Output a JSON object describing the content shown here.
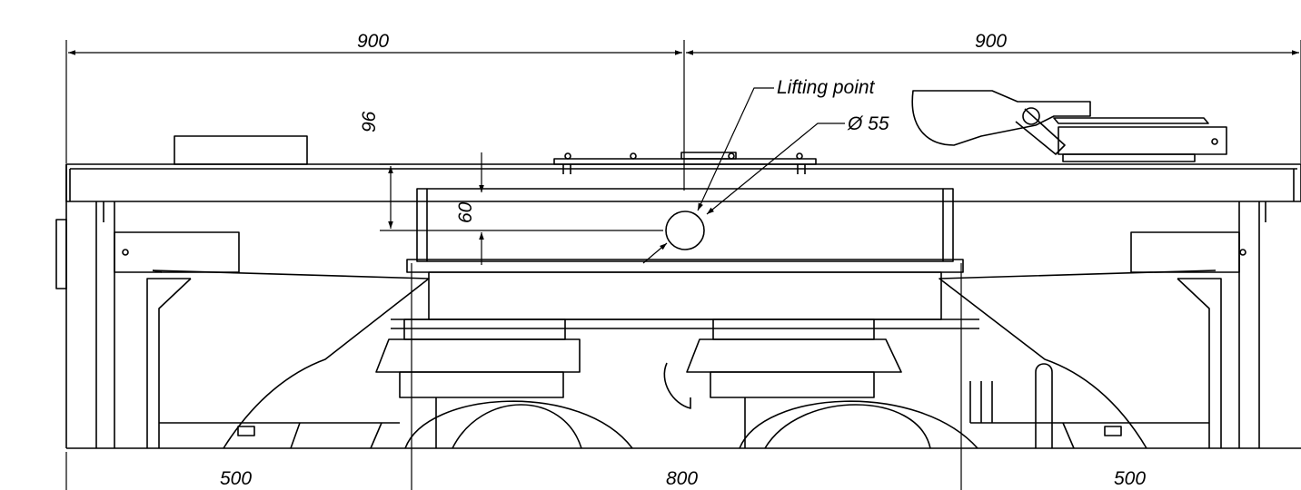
{
  "drawing": {
    "colors": {
      "line": "#000000",
      "background": "#ffffff"
    },
    "dimensions": {
      "top_left": "900",
      "top_right": "900",
      "bottom_left": "500",
      "bottom_center": "800",
      "bottom_right": "500",
      "vertical_96": "96",
      "vertical_60": "60"
    },
    "annotations": {
      "lifting_point": "Lifting point",
      "diameter": "Ø 55"
    }
  }
}
